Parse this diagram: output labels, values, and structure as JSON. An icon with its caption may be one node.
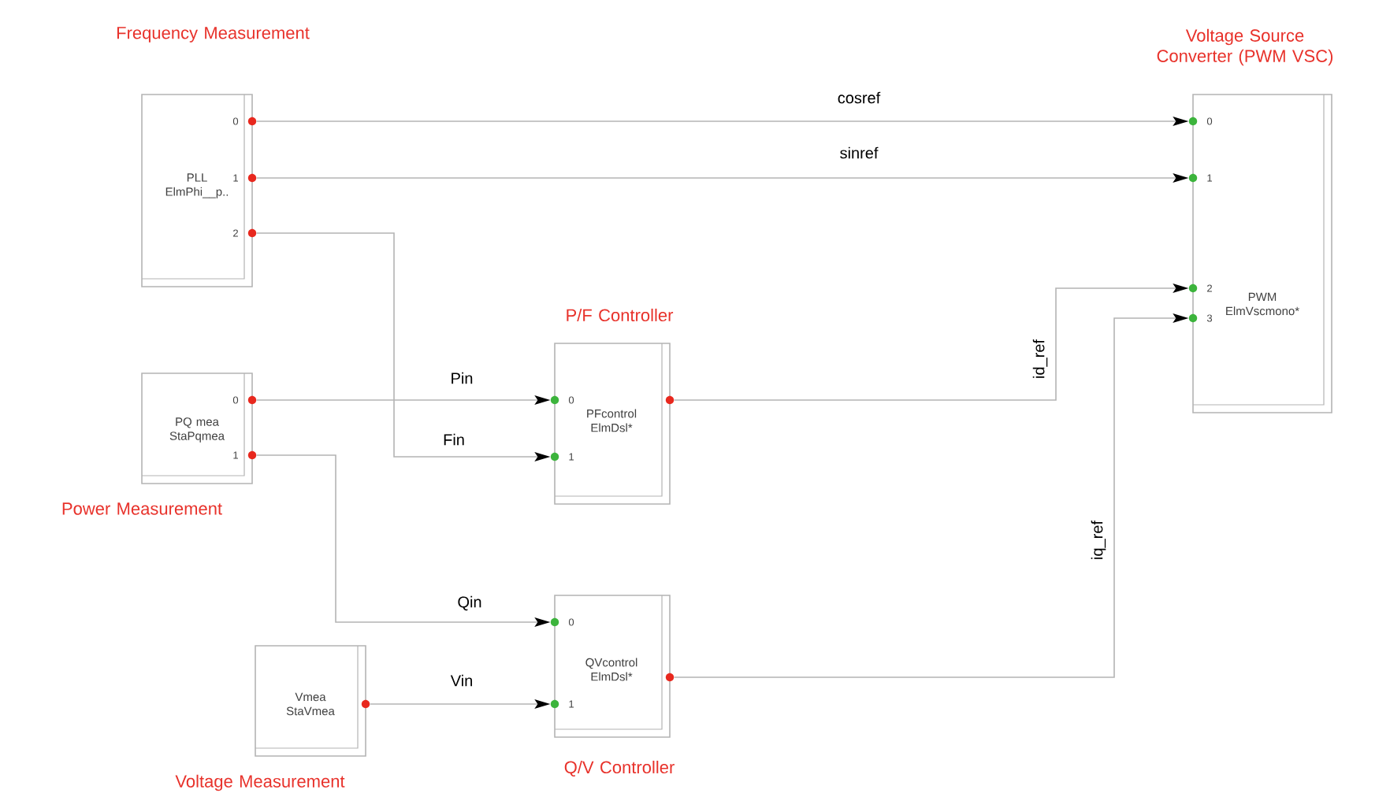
{
  "diagram": {
    "nodes": [
      {
        "text": [
          "Frequency Measurement",
          "PLL ElmPhi__p.."
        ]
      },
      {
        "text": [
          "PQ mea StaPqmea",
          "Power Measurement"
        ]
      },
      {
        "text": [
          "P/F Controller",
          "PFcontrol ElmDsl*"
        ]
      },
      {
        "text": [
          "QVcontrol ElmDsl*",
          "Q/V Controller"
        ]
      },
      {
        "text": [
          "Vmea StaVmea",
          "Voltage Measurement"
        ]
      },
      {
        "text": [
          "Voltage Source Converter (PWM VSC)",
          "PWM ElmVscmono*"
        ]
      }
    ],
    "edges": [
      {
        "from": 0,
        "to": 5,
        "arrow": "to",
        "label": "cosref"
      },
      {
        "from": 0,
        "to": 5,
        "arrow": "to",
        "label": "sinref"
      },
      {
        "from": 0,
        "to": 2,
        "arrow": "to",
        "label": "Fin"
      },
      {
        "from": 1,
        "to": 2,
        "arrow": "to",
        "label": "Pin"
      },
      {
        "from": 1,
        "to": 3,
        "arrow": "to",
        "label": "Qin"
      },
      {
        "from": 4,
        "to": 3,
        "arrow": "to",
        "label": "Vin"
      },
      {
        "from": 2,
        "to": 5,
        "arrow": "to",
        "label": "id_ref"
      },
      {
        "from": 3,
        "to": 5,
        "arrow": "to",
        "label": "iq_ref"
      }
    ],
    "labels": [
      "0",
      "1",
      "2",
      "0",
      "1",
      "2",
      "3",
      "0",
      "1",
      "0",
      "1",
      "0",
      "1"
    ]
  }
}
